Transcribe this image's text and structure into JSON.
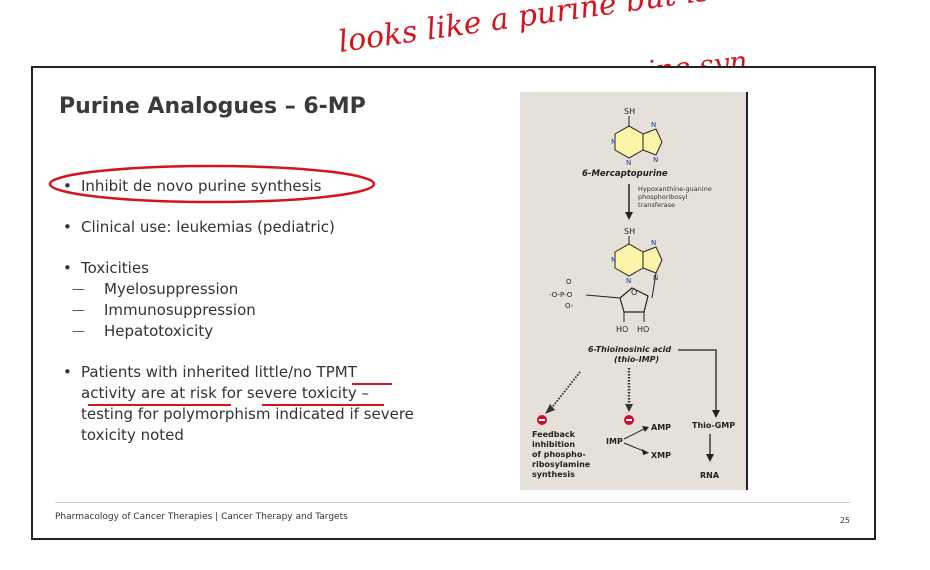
{
  "slide": {
    "title": "Purine Analogues – 6-MP",
    "bullets": [
      "Inhibit de novo purine synthesis",
      "Clinical use: leukemias (pediatric)",
      "Toxicities"
    ],
    "toxicities": [
      "Myelosuppression",
      "Immunosuppression",
      "Hepatotoxicity"
    ],
    "tpmt_lines": [
      "Patients with inherited little/no TPMT",
      "activity are at risk for severe toxicity –",
      "testing for polymorphism indicated if severe",
      "toxicity noted"
    ],
    "footer": "Pharmacology of Cancer Therapies | Cancer Therapy and Targets",
    "page_number": "25"
  },
  "figure": {
    "sh_top": "SH",
    "sh_mid": "SH",
    "drug_name": "6-Mercaptopurine",
    "enzyme": [
      "Hypoxanthine-guanine",
      "phosphoribosyl",
      "transferase"
    ],
    "phosphate": [
      "O",
      "-O-P-O",
      "O-"
    ],
    "ribose_o": "O",
    "ho_left": "HO",
    "ho_right": "HO",
    "product": [
      "6-Thioinosinic acid",
      "(thio-IMP)"
    ],
    "feedback": [
      "Feedback",
      "inhibition",
      "of phospho-",
      "ribosylamine",
      "synthesis"
    ],
    "imp": "IMP",
    "amp": "AMP",
    "xmp": "XMP",
    "thio_gmp": "Thio-GMP",
    "rna": "RNA"
  },
  "handwriting": {
    "line1": "looks like a purine but isn't",
    "line2": ": inhibits purine syn"
  },
  "colors": {
    "ink": "#d4141e",
    "purine_fill": "#fcf4a8",
    "figure_bg": "#e5e1d8",
    "inhibit_red": "#c8102e"
  }
}
